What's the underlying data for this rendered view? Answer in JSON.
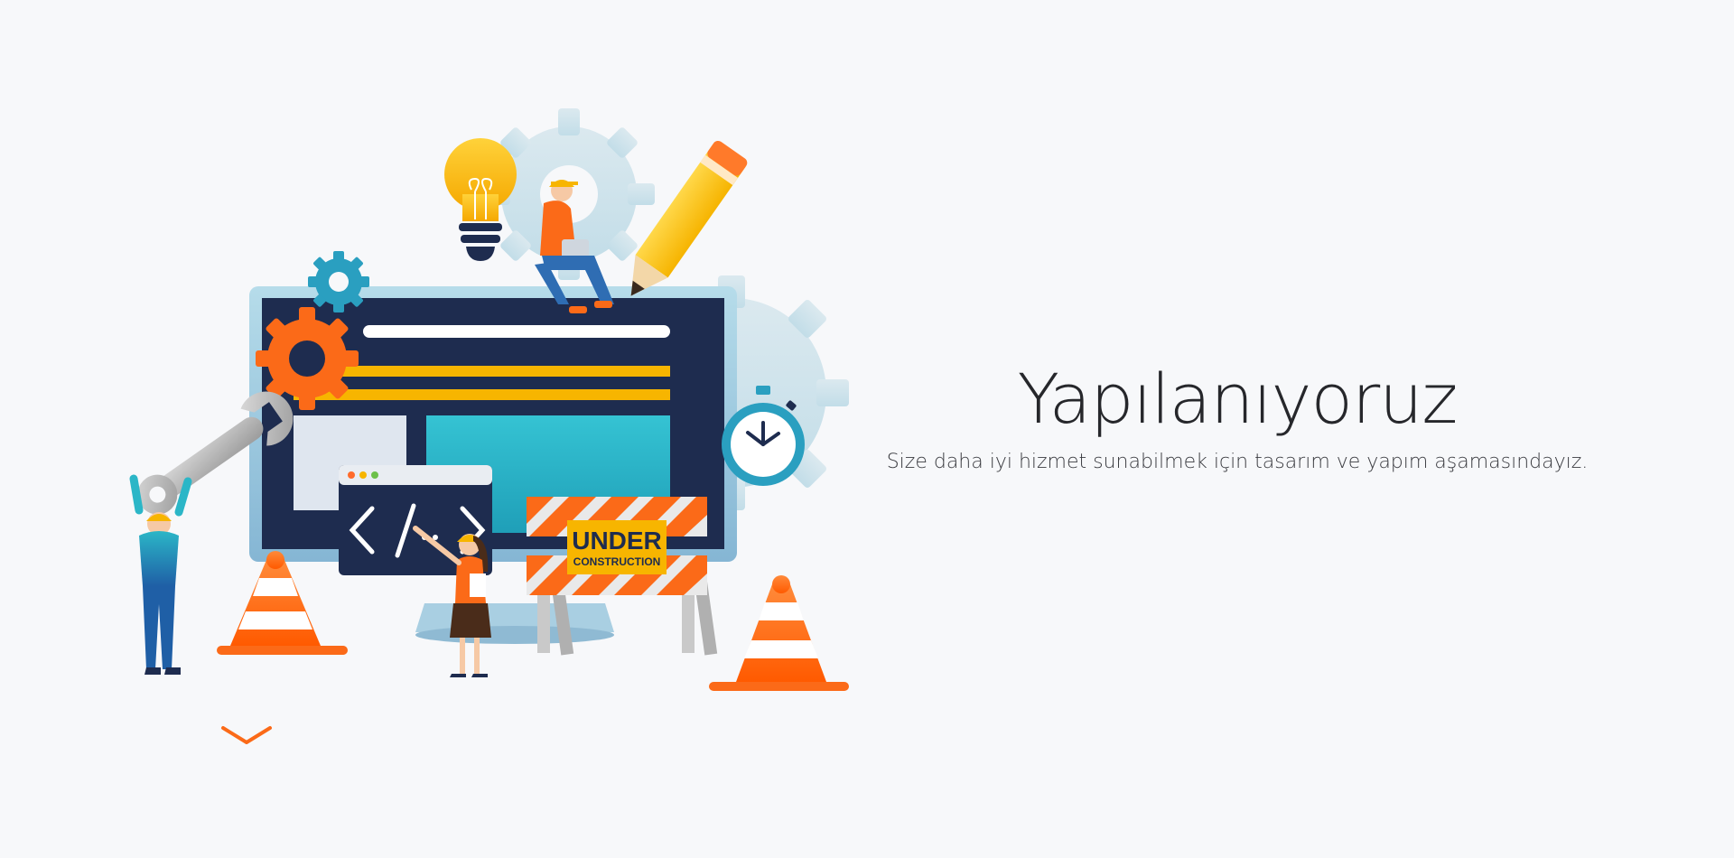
{
  "main": {
    "title": "Yapılanıyoruz",
    "subtitle": "Size daha iyi hizmet sunabilmek için tasarım ve yapım aşamasındayız."
  },
  "illustration": {
    "sign_line1": "UNDER",
    "sign_line2": "CONSTRUCTION"
  },
  "colors": {
    "background": "#f7f8fa",
    "accent_orange": "#fb6a18",
    "accent_yellow": "#f7b500",
    "screen_navy": "#1e2c4f",
    "teal": "#2eb4c9"
  },
  "icons": {
    "scroll": "chevron-down-icon"
  }
}
